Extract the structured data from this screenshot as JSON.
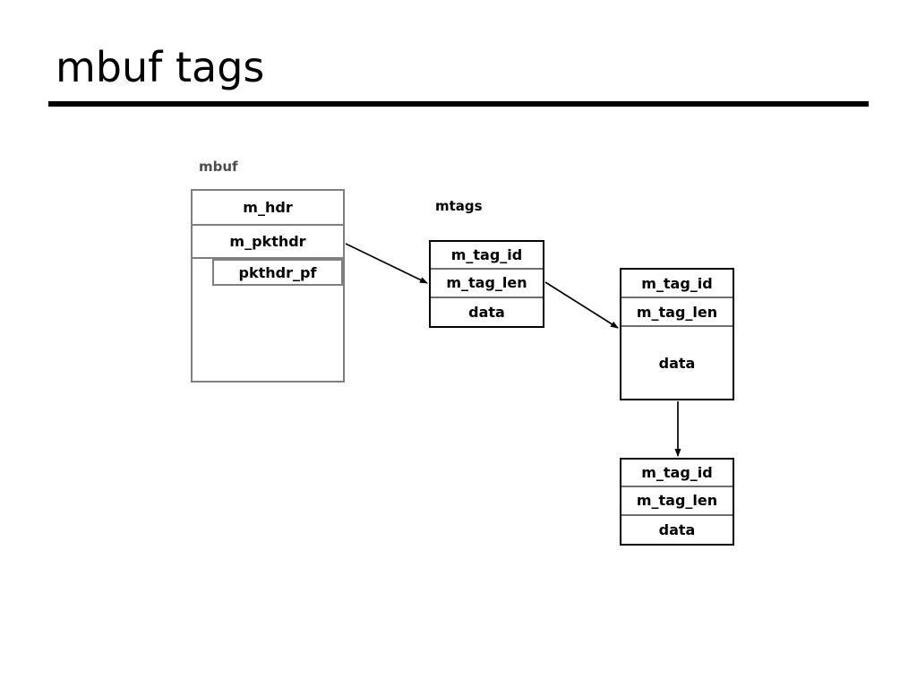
{
  "slide": {
    "title": "mbuf tags"
  },
  "diagram": {
    "captions": {
      "mbuf": "mbuf",
      "mtags": "mtags"
    },
    "mbuf_struct": {
      "name": "mbuf",
      "rows": [
        {
          "label": "m_hdr"
        },
        {
          "label": "m_pkthdr"
        },
        {
          "label": "pkthdr_pf"
        },
        {
          "label": ""
        }
      ]
    },
    "tag_boxes": [
      {
        "id": "tag-1",
        "rows": [
          {
            "label": "m_tag_id"
          },
          {
            "label": "m_tag_len"
          },
          {
            "label": "data"
          }
        ]
      },
      {
        "id": "tag-2",
        "rows": [
          {
            "label": "m_tag_id"
          },
          {
            "label": "m_tag_len"
          },
          {
            "label": "data"
          }
        ]
      },
      {
        "id": "tag-3",
        "rows": [
          {
            "label": "m_tag_id"
          },
          {
            "label": "m_tag_len"
          },
          {
            "label": "data"
          }
        ]
      }
    ],
    "connectors": [
      {
        "from": "mbuf.m_pkthdr",
        "to": "tag-1.m_tag_len",
        "style": "diagonal-arrow"
      },
      {
        "from": "tag-1.m_tag_len",
        "to": "tag-2.data",
        "style": "diagonal-arrow"
      },
      {
        "from": "tag-2.bottom",
        "to": "tag-3.top",
        "style": "vertical-arrow"
      }
    ]
  },
  "colors": {
    "background": "#ffffff",
    "title_text": "#000000",
    "title_rule": "#000000",
    "mbuf_stroke": "#7f7f7f",
    "mbuf_caption": "#4d4d4d",
    "tag_stroke": "#000000",
    "tag_divider": "#6e6e6e",
    "arrow": "#000000",
    "label_text": "#000000"
  }
}
